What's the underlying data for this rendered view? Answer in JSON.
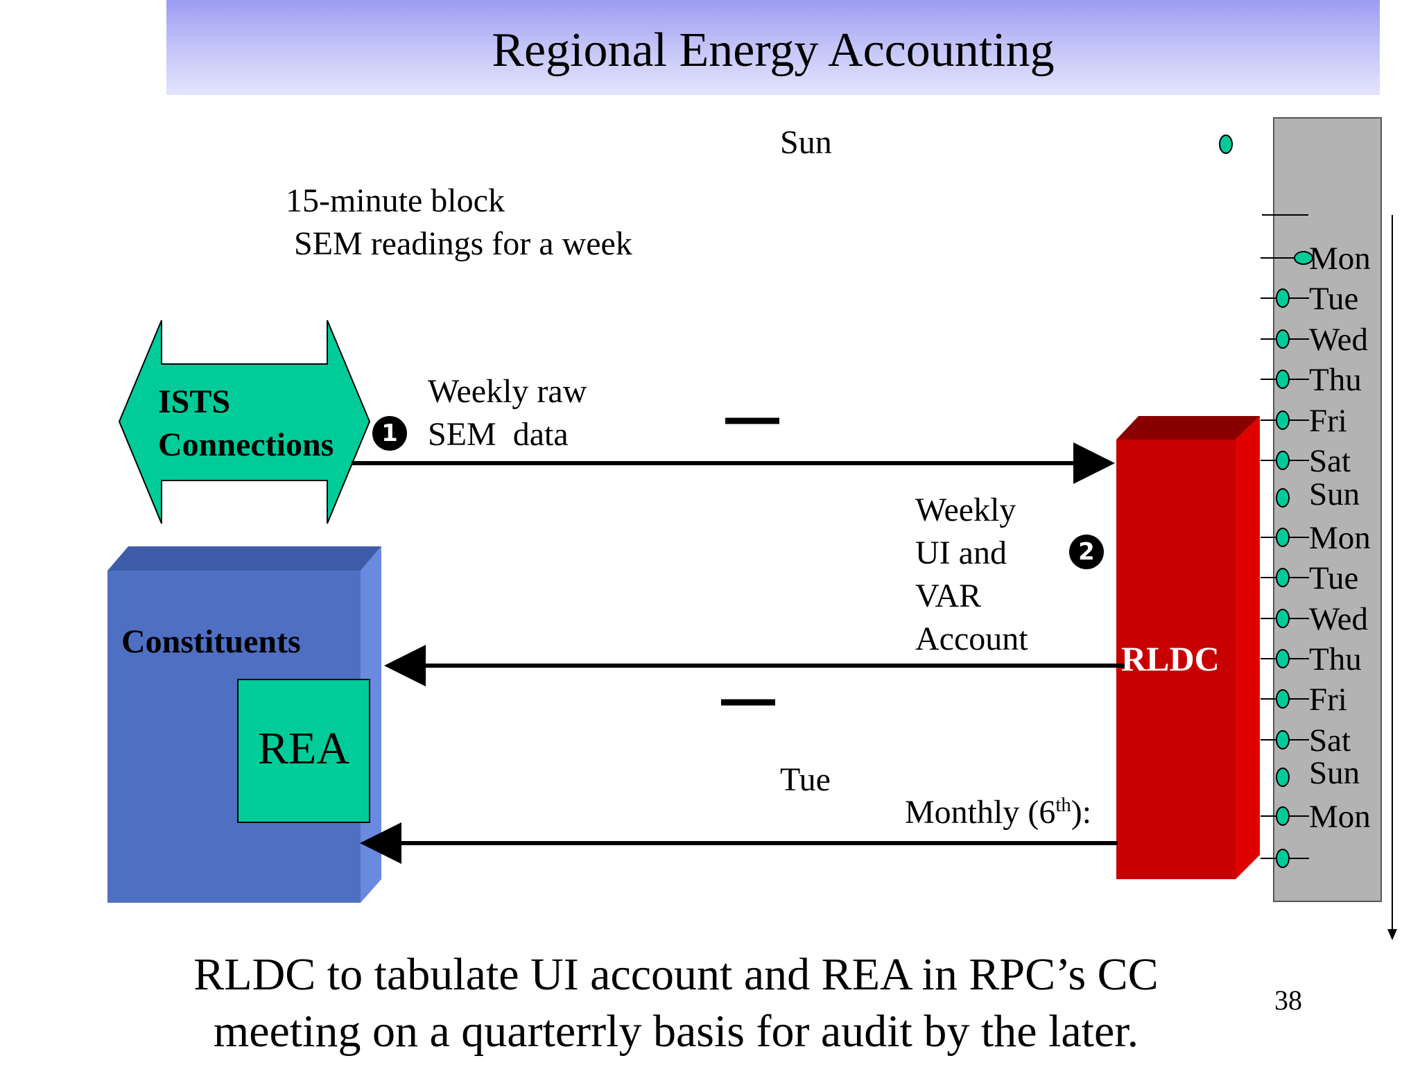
{
  "title": "Regional Energy Accounting",
  "labels": {
    "sun_top": "Sun",
    "sem_block_line1": "15-minute block",
    "sem_block_line2": " SEM readings for a week",
    "ists_line1": "ISTS",
    "ists_line2": "Connections",
    "weekly_raw_line1": "Weekly raw",
    "weekly_raw_line2": "SEM  data",
    "weekly_ui_line1": "Weekly",
    "weekly_ui_line2": "UI and",
    "weekly_ui_line3": "VAR",
    "weekly_ui_line4": "Account",
    "constituents": "Constituents",
    "rea": "REA",
    "rldc": "RLDC",
    "tue_mid": "Tue",
    "monthly_prefix": "Monthly (6",
    "monthly_sup": "th",
    "monthly_suffix": "):",
    "step1": "1",
    "step2": "2",
    "page_number": "38"
  },
  "timeline_days": [
    "Mon",
    "Tue",
    "Wed",
    "Thu",
    "Fri",
    "Sat",
    "Sun",
    "Mon",
    "Tue",
    "Wed",
    "Thu",
    "Fri",
    "Sat",
    "Sun",
    "Mon"
  ],
  "caption_line1": "RLDC to tabulate UI account and REA in RPC’s CC",
  "caption_line2": "meeting on a quarterrly basis for audit by the later.",
  "colors": {
    "title_band_top": "#9c9cf2",
    "title_band_bottom": "#e4e4fd",
    "ists_green": "#00cc99",
    "constituents_blue": "#4f6fc2",
    "rldc_red": "#c80000",
    "timeline_gray": "#b3b3b3",
    "marker_green": "#00cc99"
  }
}
